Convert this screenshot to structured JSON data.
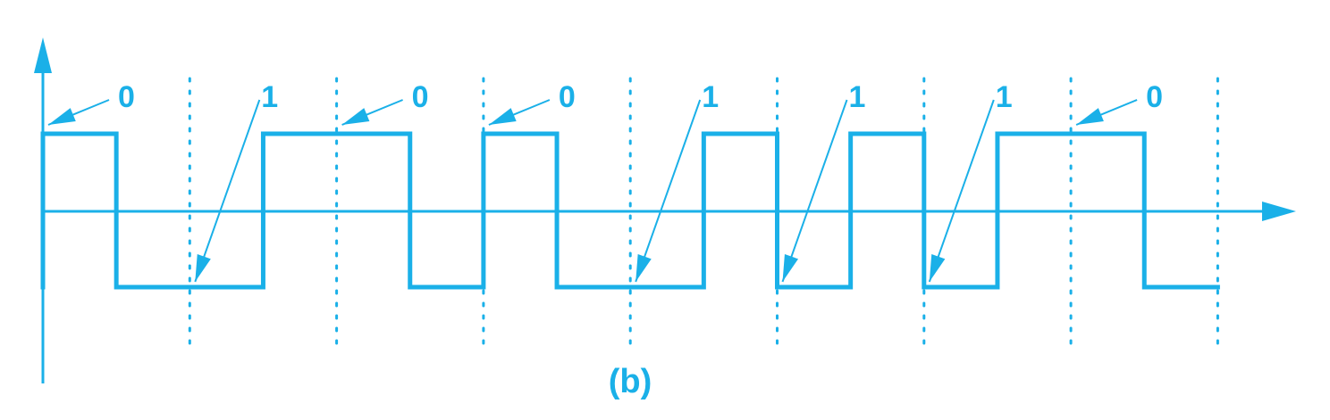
{
  "figure": {
    "caption": "(b)",
    "color": "#1ab0e8"
  },
  "bits": [
    "0",
    "1",
    "0",
    "0",
    "1",
    "1",
    "1",
    "0"
  ]
}
